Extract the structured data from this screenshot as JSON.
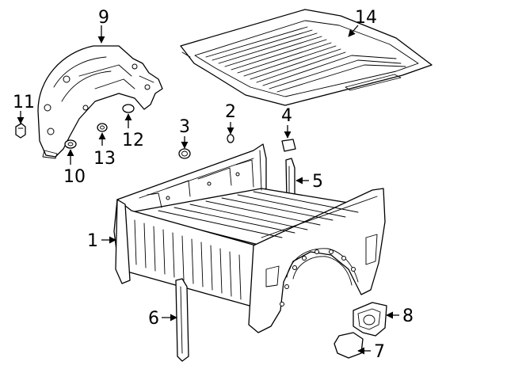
{
  "callouts": [
    {
      "id": "1",
      "label": "1"
    },
    {
      "id": "2",
      "label": "2"
    },
    {
      "id": "3",
      "label": "3"
    },
    {
      "id": "4",
      "label": "4"
    },
    {
      "id": "5",
      "label": "5"
    },
    {
      "id": "6",
      "label": "6"
    },
    {
      "id": "7",
      "label": "7"
    },
    {
      "id": "8",
      "label": "8"
    },
    {
      "id": "9",
      "label": "9"
    },
    {
      "id": "10",
      "label": "10"
    },
    {
      "id": "11",
      "label": "11"
    },
    {
      "id": "12",
      "label": "12"
    },
    {
      "id": "13",
      "label": "13"
    },
    {
      "id": "14",
      "label": "14"
    }
  ],
  "colors": {
    "line": "#000000",
    "background": "#ffffff"
  }
}
